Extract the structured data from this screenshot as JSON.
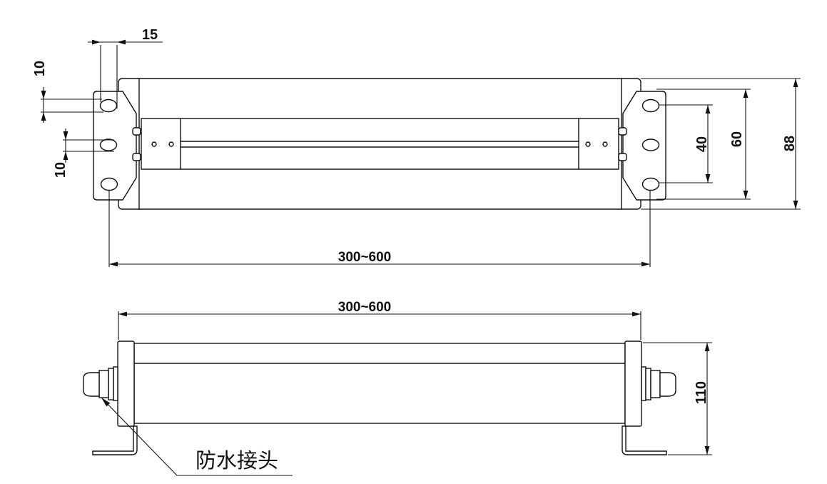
{
  "colors": {
    "line": "#111111",
    "background": "#ffffff"
  },
  "top_view": {
    "dim_slot_length": "15",
    "dim_slot_height_top": "10",
    "dim_slot_height_middle": "10",
    "dim_hole_spacing": "40",
    "dim_bracket_height": "60",
    "dim_overall_height": "88",
    "dim_length_range": "300~600"
  },
  "side_view": {
    "dim_length_range": "300~600",
    "dim_overall_height": "110",
    "callout_waterproof_connector": "防水接头"
  }
}
